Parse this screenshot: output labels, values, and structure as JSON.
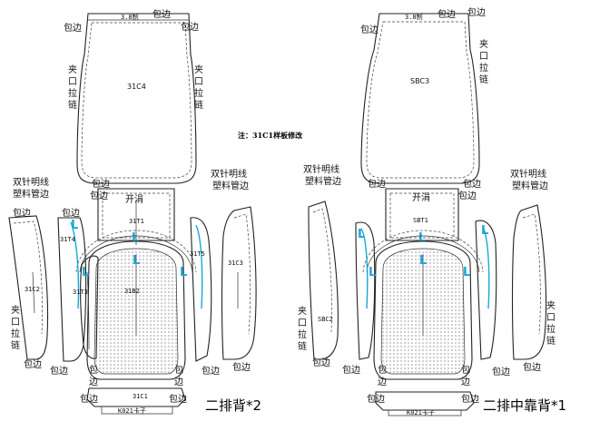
{
  "labels": {
    "wrap_edge": "包边",
    "zipper": "夹口拉链",
    "double_stitch": "双针明线",
    "plastic_pipe": "塑料管边",
    "slit": "开涓",
    "seam_3_8": "3.8制",
    "l_mark": "L",
    "k021": "K021卡子"
  },
  "note": "注：31C1样板修改",
  "left": {
    "title": "二排背*2",
    "parts": {
      "c4": "31C4",
      "t1": "31T1",
      "t4": "31T4",
      "t5": "31T5",
      "t3": "31T3",
      "c2": "31C2",
      "c3": "31C3",
      "b2": "31B2",
      "c1": "31C1"
    }
  },
  "right": {
    "title": "二排中靠背*1",
    "parts": {
      "c3": "SBC3",
      "t1": "SBT1",
      "c2": "SBC2"
    }
  }
}
